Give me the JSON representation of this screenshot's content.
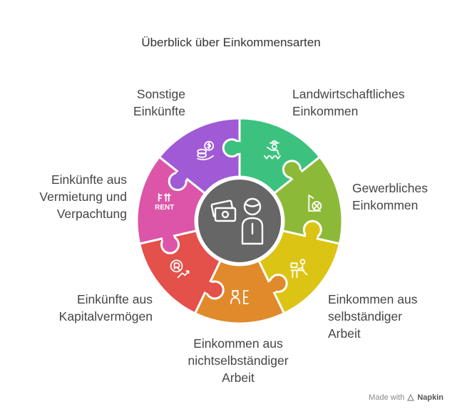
{
  "title": "Überblick über Einkommensarten",
  "segments": [
    {
      "id": "landwirtschaft",
      "lines": [
        "Landwirtschaftliches",
        "Einkommen"
      ],
      "icon": "farmer-icon",
      "color": "#3cc27e"
    },
    {
      "id": "gewerbe",
      "lines": [
        "Gewerbliches",
        "Einkommen"
      ],
      "icon": "industry-icon",
      "color": "#8cba38"
    },
    {
      "id": "selbstaendig",
      "lines": [
        "Einkommen aus",
        "selbständiger",
        "Arbeit"
      ],
      "icon": "desk-worker-icon",
      "color": "#dcc414"
    },
    {
      "id": "nichtselbstaendig",
      "lines": [
        "Einkommen aus",
        "nichtselbständiger",
        "Arbeit"
      ],
      "icon": "employee-icon",
      "color": "#e08a2c"
    },
    {
      "id": "kapital",
      "lines": [
        "Einkünfte aus",
        "Kapitalvermögen"
      ],
      "icon": "capital-growth-icon",
      "color": "#e4504a"
    },
    {
      "id": "vermietung",
      "lines": [
        "Einkünfte aus",
        "Vermietung und",
        "Verpachtung"
      ],
      "icon": "rent-sign-icon",
      "color": "#dc55a8",
      "icon_text": "RENT"
    },
    {
      "id": "sonstige",
      "lines": [
        "Sonstige",
        "Einkünfte"
      ],
      "icon": "coins-hand-icon",
      "color": "#a05ad6"
    }
  ],
  "center": {
    "icon": "money-person-icon",
    "color": "#666666"
  },
  "footer": {
    "made_with": "Made with",
    "brand": "Napkin"
  }
}
